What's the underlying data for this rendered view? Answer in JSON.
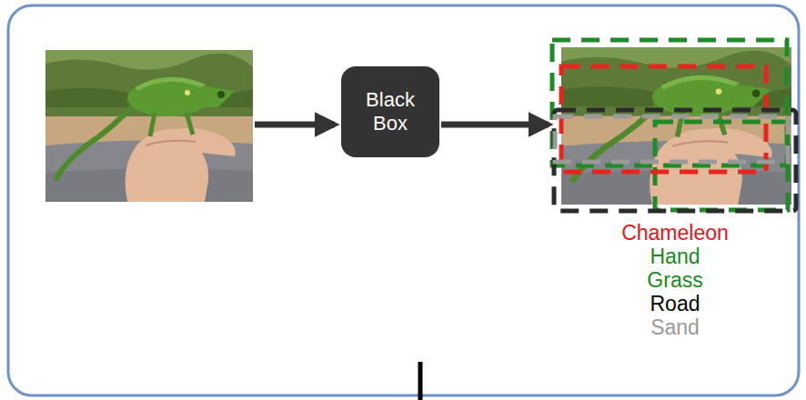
{
  "diagram": {
    "nodes": [
      {
        "text": [
          "Black Box"
        ]
      }
    ],
    "labels": [
      "Chameleon",
      "Hand",
      "Grass",
      "Road",
      "Sand"
    ]
  }
}
